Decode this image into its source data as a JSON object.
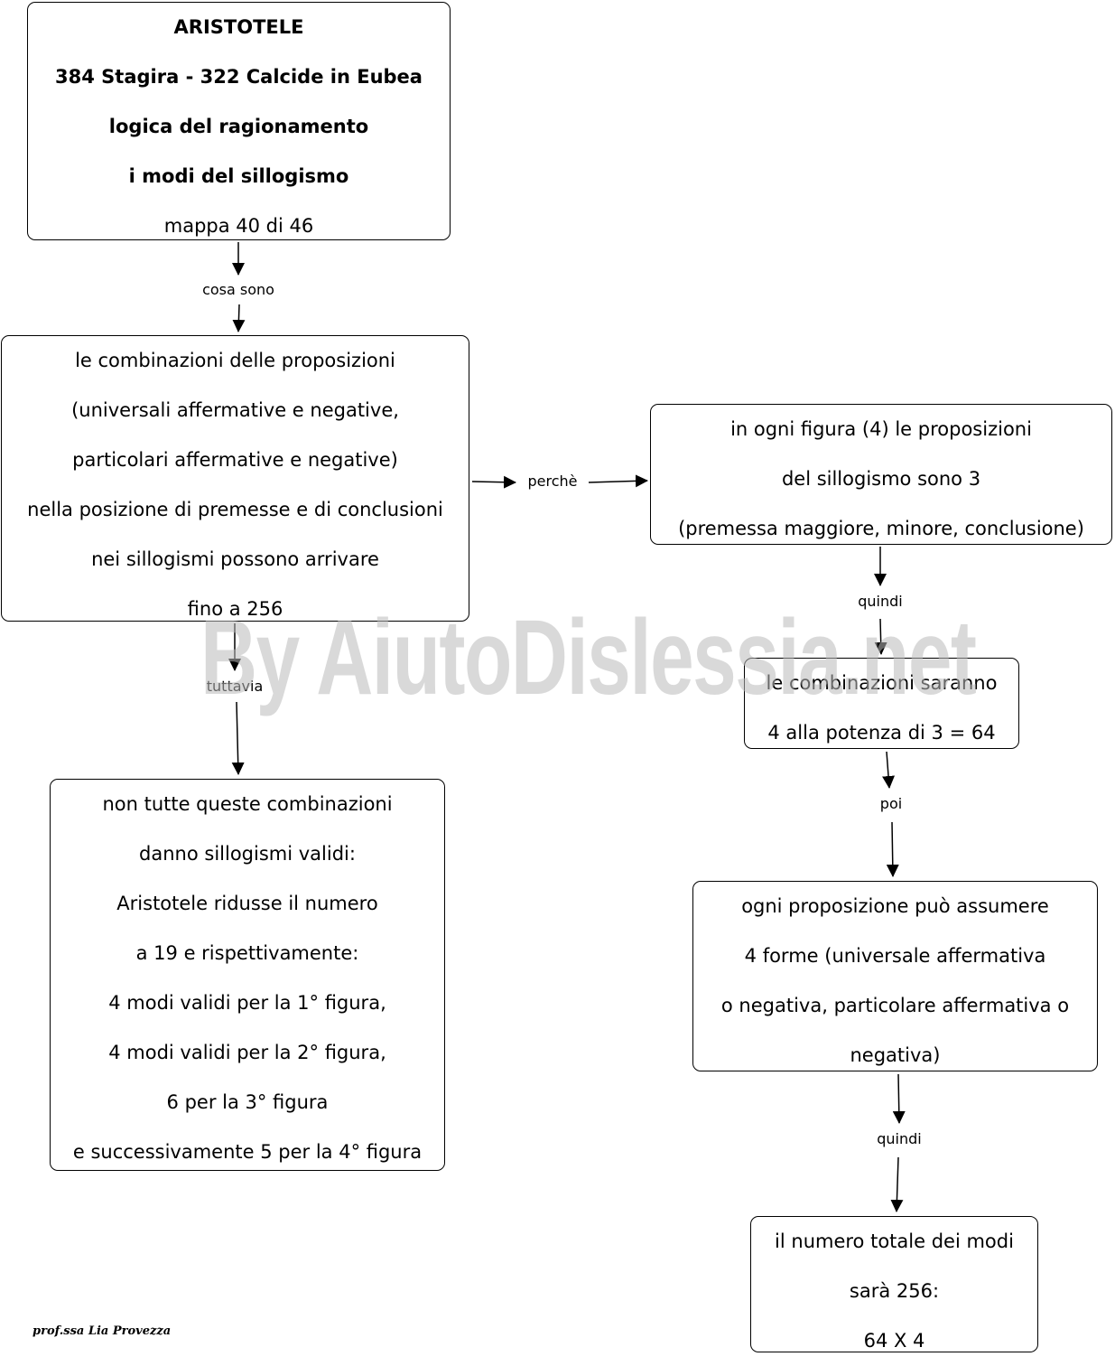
{
  "nodes": {
    "aristotele": {
      "lines": [
        "ARISTOTELE",
        "384 Stagira - 322 Calcide in Eubea",
        "logica del ragionamento",
        "i modi del sillogismo",
        "mappa 40 di 46"
      ]
    },
    "combinazioni": {
      "lines": [
        "le combinazioni delle proposizioni",
        "(universali affermative e negative,",
        "particolari affermative e negative)",
        "nella posizione di premesse e di conclusioni",
        "nei sillogismi possono arrivare",
        "fino a 256"
      ]
    },
    "figura": {
      "lines": [
        "in ogni figura (4) le proposizioni",
        "del sillogismo sono 3",
        "(premessa maggiore, minore, conclusione)"
      ]
    },
    "saranno": {
      "lines": [
        "le combinazioni saranno",
        "4 alla potenza di 3 = 64"
      ]
    },
    "validi": {
      "lines": [
        "non tutte queste combinazioni",
        "danno sillogismi validi:",
        "Aristotele ridusse il numero",
        "a 19 e rispettivamente:",
        "4 modi validi per la 1° figura,",
        "4 modi validi per la 2° figura,",
        "6 per la 3° figura",
        "e successivamente 5 per la 4° figura"
      ]
    },
    "forme": {
      "lines": [
        "ogni proposizione può assumere",
        "4 forme (universale affermativa",
        "o negativa, particolare affermativa o",
        "negativa)"
      ]
    },
    "totale": {
      "lines": [
        "il numero totale dei modi",
        "sarà 256:",
        "64 X 4"
      ]
    }
  },
  "edge_labels": {
    "cosa_sono": "cosa sono",
    "perche": "perchè",
    "tuttavia": "tuttavia",
    "quindi_1": "quindi",
    "poi": "poi",
    "quindi_2": "quindi"
  },
  "watermark": "By AiutoDislessia.net",
  "author": "prof.ssa Lia Provezza"
}
